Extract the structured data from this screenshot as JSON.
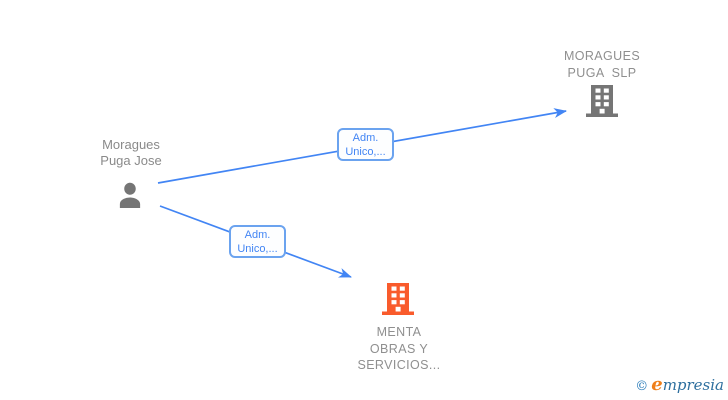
{
  "diagram": {
    "edge_color": "#4285f4",
    "edge_label_style": {
      "border_color": "#6ba3ef",
      "text_color": "#4285f4",
      "background": "#fdfeff"
    },
    "nodes": [
      {
        "id": "moragues-puga-jose",
        "type": "person",
        "label_lines": [
          "Moragues",
          "Puga Jose"
        ],
        "color": "#757575"
      },
      {
        "id": "moragues-puga-slp",
        "type": "company",
        "label_lines": [
          "MORAGUES",
          "PUGA  SLP"
        ],
        "color": "#757575"
      },
      {
        "id": "menta-obras-y-servicios",
        "type": "company",
        "label_lines": [
          "MENTA",
          "OBRAS Y",
          "SERVICIOS..."
        ],
        "color": "#f95b2c"
      }
    ],
    "edges": [
      {
        "from": "moragues-puga-jose",
        "to": "moragues-puga-slp",
        "label_lines": [
          "Adm.",
          "Unico,..."
        ]
      },
      {
        "from": "moragues-puga-jose",
        "to": "menta-obras-y-servicios",
        "label_lines": [
          "Adm.",
          "Unico,..."
        ]
      }
    ]
  },
  "footer": {
    "copyright": "©",
    "brand_initial": "e",
    "brand_rest": "mpresia"
  }
}
